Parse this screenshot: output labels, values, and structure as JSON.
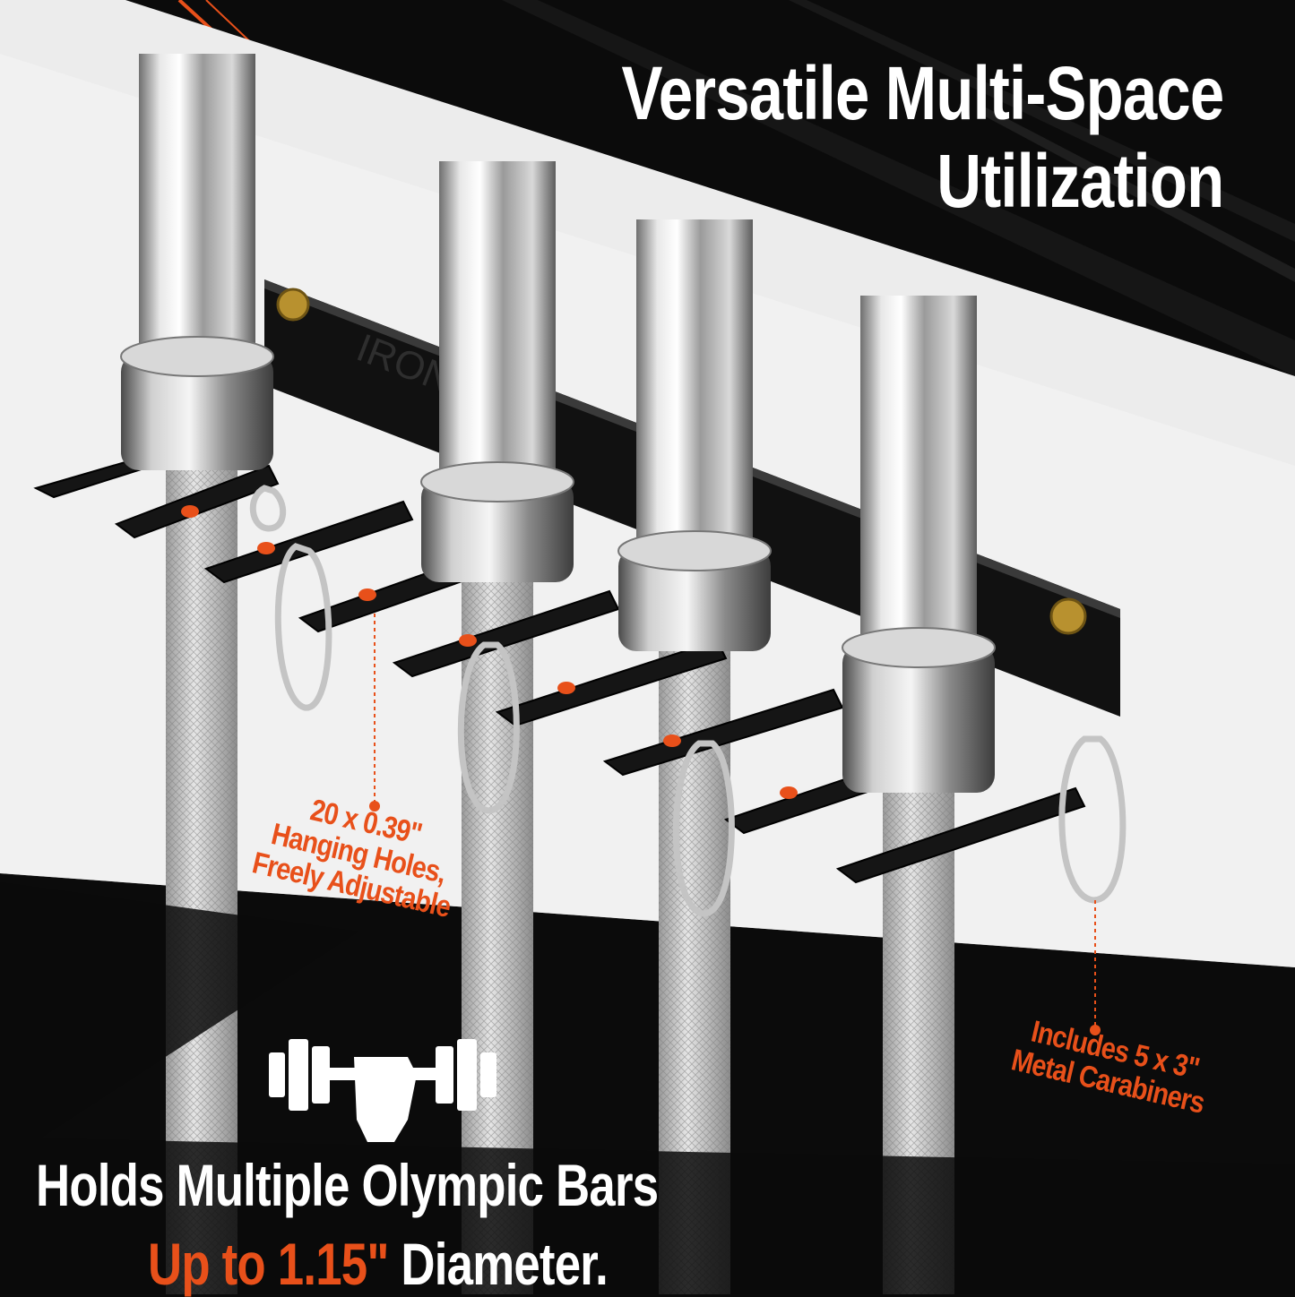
{
  "headline": {
    "line1": "Versatile Multi-Space",
    "line2": "Utilization"
  },
  "brand_engraving": "IRON",
  "callouts": {
    "holes": {
      "line1": "20 x 0.39\"",
      "line2": "Hanging Holes,",
      "line3": "Freely Adjustable"
    },
    "carabiners": {
      "line1": "Includes 5 x 3\"",
      "line2": "Metal Carabiners"
    }
  },
  "bottom": {
    "line1": "Holds Multiple Olympic Bars",
    "line2_accent": "Up to 1.15\"",
    "line2_rest": " Diameter."
  },
  "colors": {
    "accent": "#e8501a",
    "background_dark": "#0b0b0b",
    "band_light": "#ececec",
    "rack_black": "#111111",
    "chrome": "#c9c9c9",
    "white": "#ffffff"
  },
  "icons": {
    "strength": "fist-dumbbell-icon"
  }
}
